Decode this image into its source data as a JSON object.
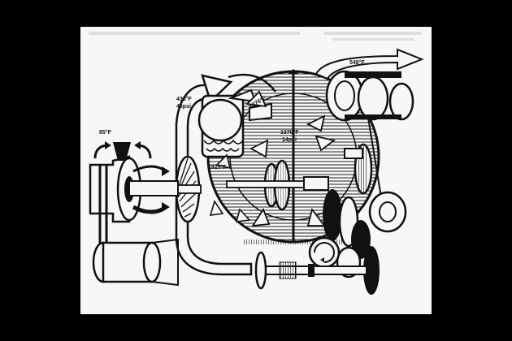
{
  "labels": {
    "intake_temp": "85°F",
    "compressor_temp": "433°F",
    "compressor_pressure": "46psi",
    "combustion_temp": "1925°F",
    "turbine_temp": "1370°F",
    "turbine_pressure": "14psi",
    "exhaust_temp": "548°F",
    "inner_temp": "1276°F"
  },
  "colors": {
    "ink": "#111111",
    "paper": "#f7f7f5",
    "surround": "#000000"
  }
}
